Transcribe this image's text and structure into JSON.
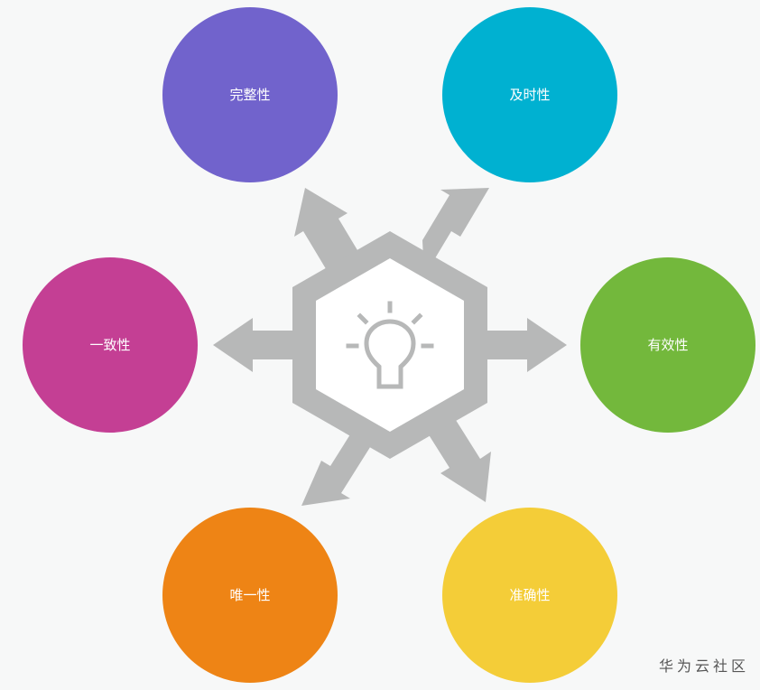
{
  "hub": {
    "icon": "lightbulb-icon",
    "colors": {
      "frame": "#b7b8b8",
      "fill": "#ffffff"
    }
  },
  "nodes": [
    {
      "id": "completeness",
      "label": "完整性",
      "color": "#7163cc"
    },
    {
      "id": "timeliness",
      "label": "及时性",
      "color": "#00b1d1"
    },
    {
      "id": "consistency",
      "label": "一致性",
      "color": "#c43f94"
    },
    {
      "id": "validity",
      "label": "有效性",
      "color": "#73b83c"
    },
    {
      "id": "uniqueness",
      "label": "唯一性",
      "color": "#ee8415"
    },
    {
      "id": "accuracy",
      "label": "准确性",
      "color": "#f4cd38"
    }
  ],
  "watermark": "华为云社区"
}
